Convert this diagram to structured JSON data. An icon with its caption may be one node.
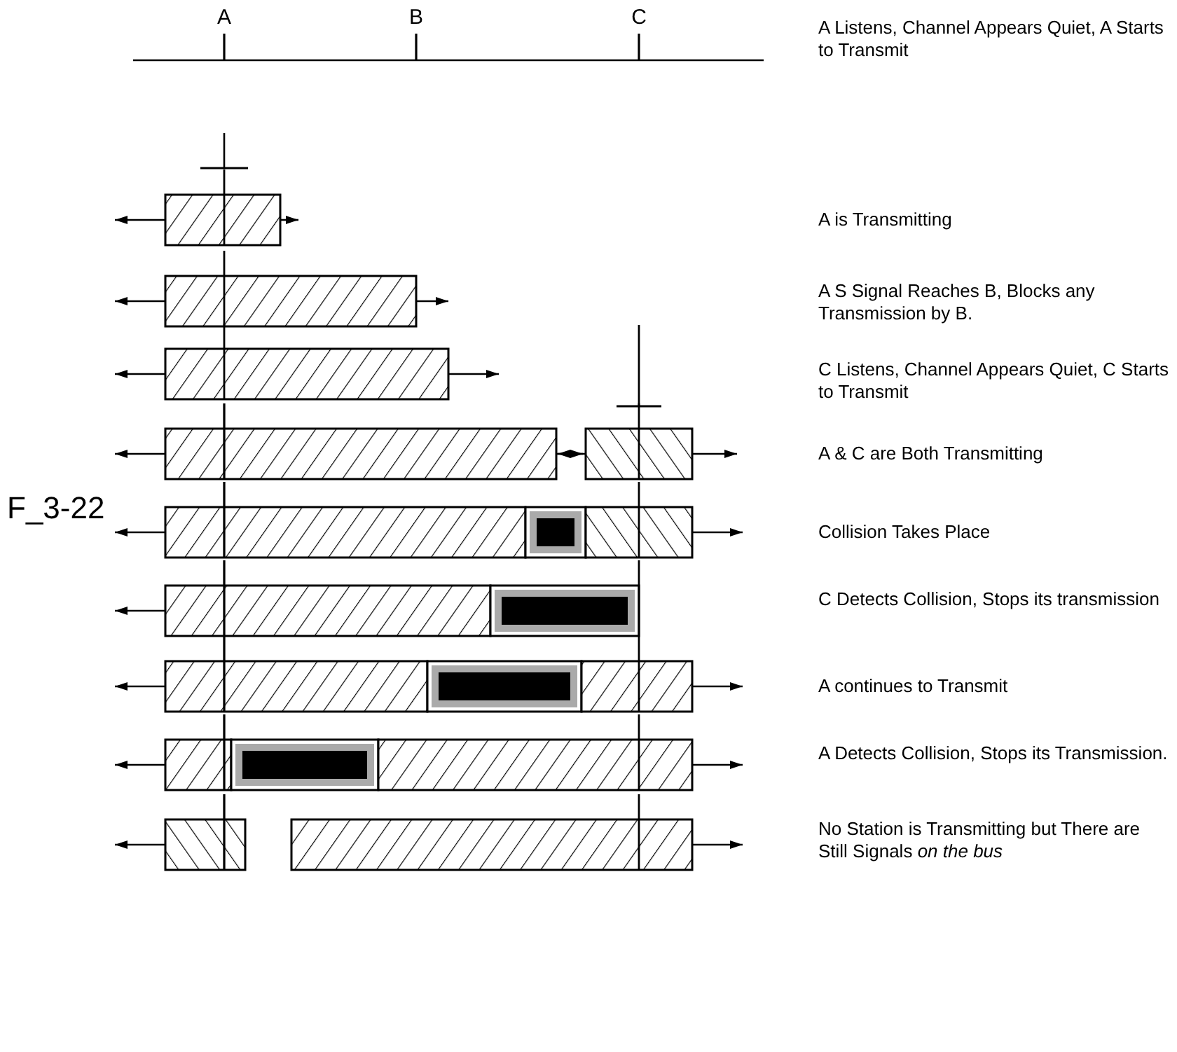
{
  "diagram": {
    "labels": [
      "A",
      "B",
      "C",
      "A Listens, Channel Appears Quiet, A Starts to Transmit",
      "A is Transmitting",
      "A S Signal Reaches B, Blocks any Transmission by B.",
      "C Listens, Channel Appears Quiet, C Starts to Transmit",
      "A & C are Both Transmitting",
      "F_3-22",
      "Collision Takes Place",
      "C Detects Collision, Stops its transmission",
      "A continues to Transmit",
      "A Detects Collision, Stops its Transmission.",
      "No Station is Transmitting but There are Still Signals *on the bus*"
    ]
  }
}
